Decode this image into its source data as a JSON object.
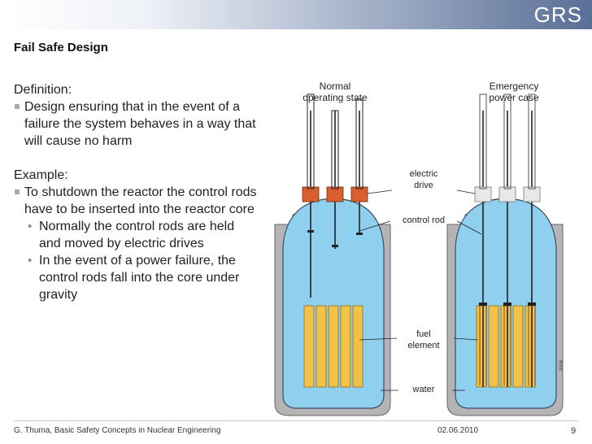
{
  "header": {
    "logo_text": "GRS"
  },
  "title": "Fail Safe Design",
  "content": {
    "definition_label": "Definition:",
    "definition_bullet": "Design ensuring that in the event of a failure the system behaves in a way that will cause no harm",
    "example_label": "Example:",
    "example_bullet": "To shutdown the reactor the control rods have to be inserted into the reactor core",
    "sub_bullets": [
      "Normally the control rods are held and moved by electric drives",
      "In the event of a power failure, the control rods fall into the core under gravity"
    ]
  },
  "figure": {
    "normal_title_1": "Normal",
    "normal_title_2": "operating state",
    "emergency_title_1": "Emergency",
    "emergency_title_2": "power case",
    "label_electric_1": "electric",
    "label_electric_2": "drive",
    "label_control_rod": "control rod",
    "label_fuel_1": "fuel",
    "label_fuel_2": "element",
    "label_water": "water",
    "figure_code": "9506"
  },
  "colors": {
    "water": "#8fd0ef",
    "vessel_wall": "#b4b4b4",
    "fuel": "#f3c144",
    "drive_active": "#d9602e",
    "header_accent": "#5a6f96"
  },
  "footer": {
    "author": "G. Thuma, Basic Safety Concepts in Nuclear Engineering",
    "date": "02.06.2010",
    "page": "9"
  }
}
